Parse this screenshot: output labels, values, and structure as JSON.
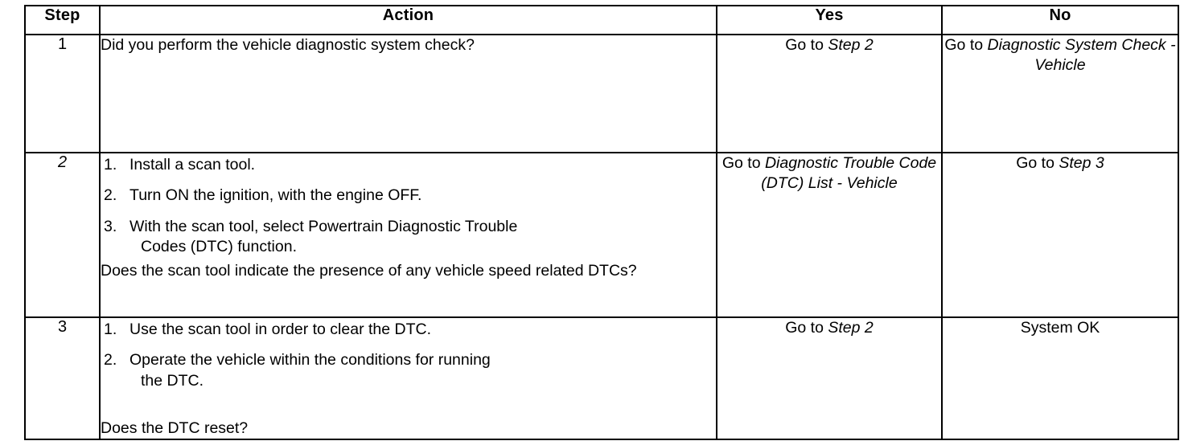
{
  "document": {
    "type": "diagnostic-flow-table",
    "page_background": "#ffffff",
    "text_color": "#000000"
  },
  "table": {
    "headers": {
      "step": "Step",
      "action": "Action",
      "yes": "Yes",
      "no": "No"
    },
    "rows": [
      {
        "step": "1",
        "step_italic": false,
        "action": {
          "lead": "Did you perform the vehicle diagnostic system check?",
          "list": [],
          "question": ""
        },
        "yes": {
          "align": "bottom",
          "prefix": "Go to ",
          "reference": "Step 2",
          "suffix": ""
        },
        "no": {
          "align": "top",
          "prefix": "Go to ",
          "reference": "Diagnostic System Check - Vehicle",
          "suffix": ""
        }
      },
      {
        "step": "2",
        "step_italic": true,
        "action": {
          "lead": "",
          "list": [
            {
              "marker": "1.",
              "text": "Install a scan tool.",
              "cont": ""
            },
            {
              "marker": "2.",
              "text": "Turn ON the ignition, with the engine OFF.",
              "cont": ""
            },
            {
              "marker": "3.",
              "text": "With the scan tool, select Powertrain Diagnostic Trouble",
              "cont": "Codes (DTC) function."
            }
          ],
          "question": "Does the scan tool indicate the presence of any vehicle speed related DTCs?"
        },
        "yes": {
          "align": "middle",
          "prefix": "Go to ",
          "reference": "Diagnostic Trouble Code (DTC) List - Vehicle",
          "suffix": ""
        },
        "no": {
          "align": "bottom",
          "prefix": "Go to ",
          "reference": "Step 3",
          "suffix": ""
        }
      },
      {
        "step": "3",
        "step_italic": false,
        "action": {
          "lead": "",
          "list": [
            {
              "marker": "1.",
              "text": "Use the scan tool in order to clear the DTC.",
              "cont": ""
            },
            {
              "marker": "2.",
              "text": "Operate the vehicle within the conditions for running",
              "cont": "the DTC."
            }
          ],
          "question": "Does the DTC reset?"
        },
        "yes": {
          "align": "bottom",
          "prefix": "Go to ",
          "reference": "Step 2",
          "suffix": ""
        },
        "no": {
          "align": "bottom",
          "prefix": "System OK",
          "reference": "",
          "suffix": ""
        }
      }
    ]
  }
}
